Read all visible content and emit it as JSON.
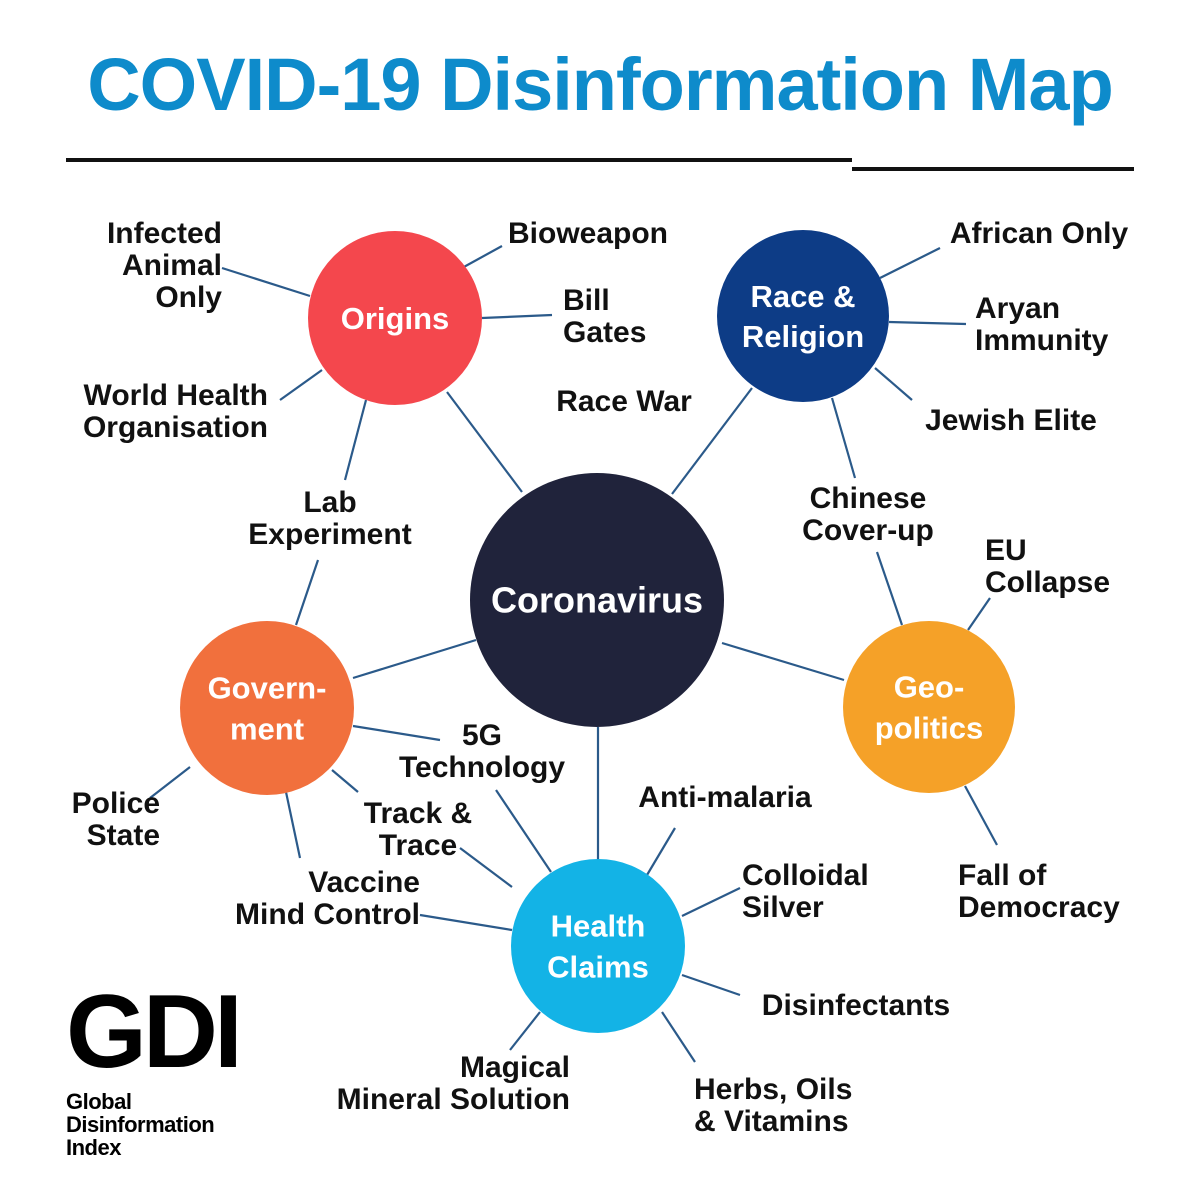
{
  "title": "COVID-19 Disinformation Map",
  "colors": {
    "title": "#0E8BCB",
    "line": "#2B5A8A",
    "rule": "#111111",
    "center": "#20233B",
    "origins": "#F4474D",
    "race_religion": "#0D3C86",
    "government": "#F1703D",
    "geopolitics": "#F5A128",
    "health": "#13B3E6"
  },
  "center": {
    "label": [
      "Coronavirus"
    ],
    "icon": "none"
  },
  "hubs": [
    {
      "id": "origins",
      "label": [
        "Origins"
      ]
    },
    {
      "id": "race-religion",
      "label": [
        "Race &",
        "Religion"
      ]
    },
    {
      "id": "government",
      "label": [
        "Govern-",
        "ment"
      ]
    },
    {
      "id": "geopolitics",
      "label": [
        "Geo-",
        "politics"
      ]
    },
    {
      "id": "health-claims",
      "label": [
        "Health",
        "Claims"
      ]
    }
  ],
  "labels": [
    {
      "id": "infected-animal-only",
      "lines": [
        "Infected",
        "Animal",
        "Only"
      ]
    },
    {
      "id": "bioweapon",
      "lines": [
        "Bioweapon"
      ]
    },
    {
      "id": "bill-gates",
      "lines": [
        "Bill",
        "Gates"
      ]
    },
    {
      "id": "world-health-organisation",
      "lines": [
        "World Health",
        "Organisation"
      ]
    },
    {
      "id": "lab-experiment",
      "lines": [
        "Lab",
        "Experiment"
      ]
    },
    {
      "id": "african-only",
      "lines": [
        "African Only"
      ]
    },
    {
      "id": "aryan-immunity",
      "lines": [
        "Aryan",
        "Immunity"
      ]
    },
    {
      "id": "race-war",
      "lines": [
        "Race War"
      ]
    },
    {
      "id": "jewish-elite",
      "lines": [
        "Jewish Elite"
      ]
    },
    {
      "id": "chinese-cover-up",
      "lines": [
        "Chinese",
        "Cover-up"
      ]
    },
    {
      "id": "eu-collapse",
      "lines": [
        "EU",
        "Collapse"
      ]
    },
    {
      "id": "fall-of-democracy",
      "lines": [
        "Fall of",
        "Democracy"
      ]
    },
    {
      "id": "5g-technology",
      "lines": [
        "5G",
        "Technology"
      ]
    },
    {
      "id": "police-state",
      "lines": [
        "Police",
        "State"
      ]
    },
    {
      "id": "track-trace",
      "lines": [
        "Track &",
        "Trace"
      ]
    },
    {
      "id": "vaccine-mind-control",
      "lines": [
        "Vaccine",
        "Mind Control"
      ]
    },
    {
      "id": "anti-malaria",
      "lines": [
        "Anti-malaria"
      ]
    },
    {
      "id": "colloidal-silver",
      "lines": [
        "Colloidal",
        "Silver"
      ]
    },
    {
      "id": "disinfectants",
      "lines": [
        "Disinfectants"
      ]
    },
    {
      "id": "magical-mineral-solution",
      "lines": [
        "Magical",
        "Mineral Solution"
      ]
    },
    {
      "id": "herbs-oils-vitamins",
      "lines": [
        "Herbs, Oils",
        "& Vitamins"
      ]
    }
  ],
  "logo": {
    "mark": "GDI",
    "lines": [
      "Global",
      "Disinformation",
      "Index"
    ]
  }
}
